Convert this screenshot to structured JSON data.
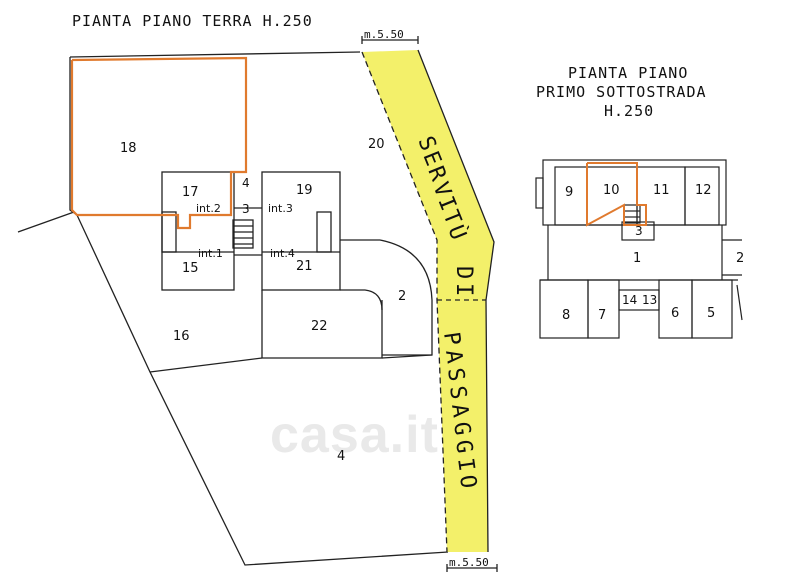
{
  "titles": {
    "ground_floor": "PIANTA PIANO TERRA H.250",
    "basement_line1": "PIANTA PIANO",
    "basement_line2": "PRIMO SOTTOSTRADA",
    "basement_line3": "H.250"
  },
  "measures": {
    "top": "m.5.50",
    "bottom": "m.5.50"
  },
  "ground_rooms": {
    "r18": "18",
    "r17": "17",
    "r4a": "4",
    "r3": "3",
    "r19": "19",
    "r20": "20",
    "r15": "15",
    "r21": "21",
    "r2": "2",
    "r16": "16",
    "r22": "22",
    "r4b": "4"
  },
  "interior": {
    "int2": "int.2",
    "int3": "int.3",
    "int1": "int.1",
    "int4": "int.4"
  },
  "road_letters": {
    "servitu": [
      "S",
      "E",
      "R",
      "V",
      "I",
      "T",
      "Ù"
    ],
    "di": [
      "D",
      "I"
    ],
    "passaggio": [
      "P",
      "A",
      "S",
      "S",
      "A",
      "G",
      "G",
      "I",
      "O"
    ]
  },
  "basement_rooms": {
    "b9": "9",
    "b10": "10",
    "b11": "11",
    "b12": "12",
    "b3": "3",
    "b1": "1",
    "b2": "2",
    "b8": "8",
    "b7": "7",
    "b14": "14",
    "b13": "13",
    "b6": "6",
    "b5": "5"
  },
  "watermark": "casa.it",
  "colors": {
    "highlight": "#e07a2e",
    "road": "#f3f06a",
    "line": "#222222"
  }
}
